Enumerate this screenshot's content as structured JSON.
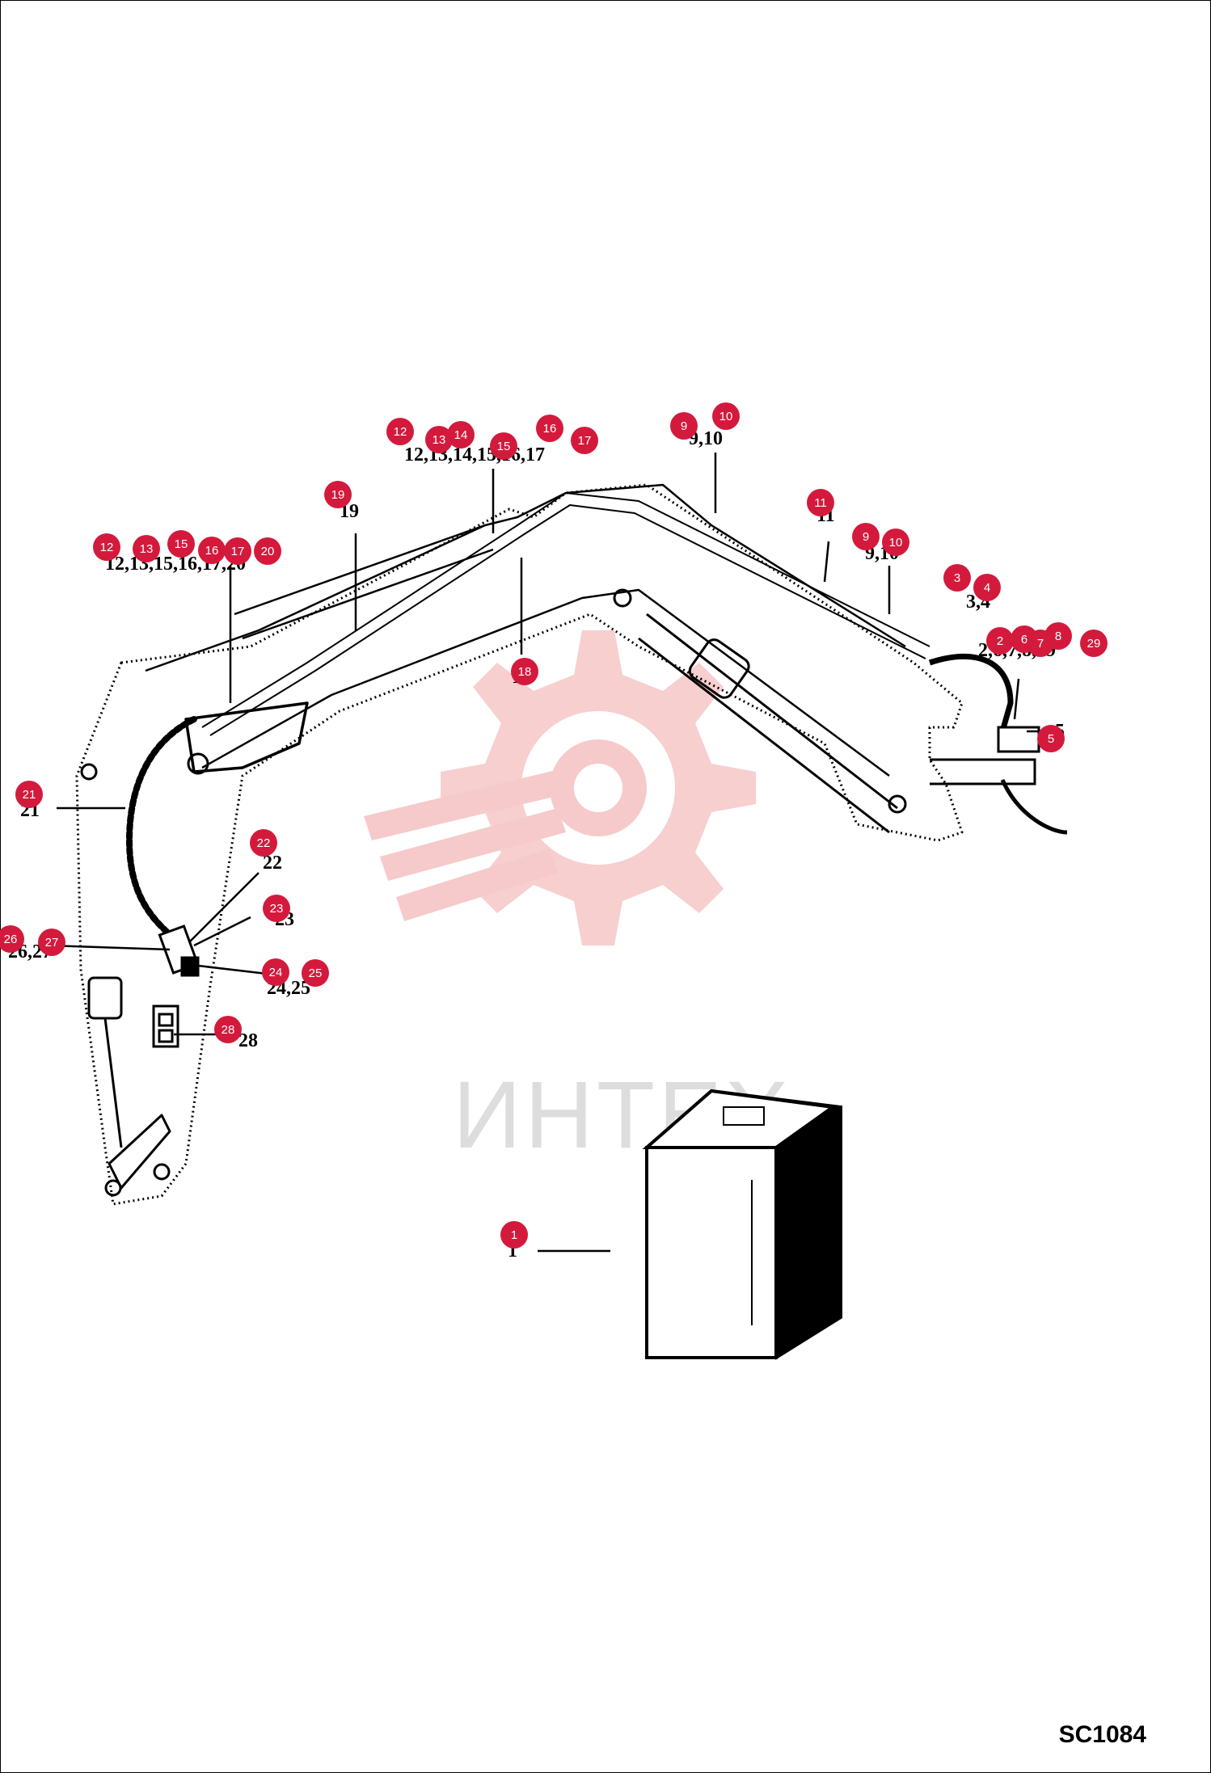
{
  "diagram": {
    "drawing_code": "SC1084",
    "watermark_text": "ИНТЕХ",
    "colors": {
      "callout": "#d41a3c",
      "watermark": "#f6caca",
      "line": "#000000"
    },
    "printed_labels": [
      {
        "id": "pl-1",
        "text": "12,13,14,15,16,17"
      },
      {
        "id": "pl-2",
        "text": "9,10"
      },
      {
        "id": "pl-3",
        "text": "19"
      },
      {
        "id": "pl-4",
        "text": "12,13,15,16,17,20"
      },
      {
        "id": "pl-5",
        "text": "11"
      },
      {
        "id": "pl-6",
        "text": "9,10"
      },
      {
        "id": "pl-7",
        "text": "3,4"
      },
      {
        "id": "pl-8",
        "text": "2,6,7,8,29"
      },
      {
        "id": "pl-9",
        "text": "5"
      },
      {
        "id": "pl-10",
        "text": "18"
      },
      {
        "id": "pl-11",
        "text": "21"
      },
      {
        "id": "pl-12",
        "text": "22"
      },
      {
        "id": "pl-13",
        "text": "23"
      },
      {
        "id": "pl-14",
        "text": "26,27"
      },
      {
        "id": "pl-15",
        "text": "24,25"
      },
      {
        "id": "pl-16",
        "text": "28"
      },
      {
        "id": "pl-17",
        "text": "1"
      }
    ],
    "callouts": [
      {
        "id": "c01",
        "n": "12"
      },
      {
        "id": "c02",
        "n": "13"
      },
      {
        "id": "c03",
        "n": "14"
      },
      {
        "id": "c04",
        "n": "15"
      },
      {
        "id": "c05",
        "n": "16"
      },
      {
        "id": "c06",
        "n": "17"
      },
      {
        "id": "c07",
        "n": "9"
      },
      {
        "id": "c08",
        "n": "10"
      },
      {
        "id": "c09",
        "n": "19"
      },
      {
        "id": "c10",
        "n": "12"
      },
      {
        "id": "c11",
        "n": "13"
      },
      {
        "id": "c12",
        "n": "15"
      },
      {
        "id": "c13",
        "n": "16"
      },
      {
        "id": "c14",
        "n": "17"
      },
      {
        "id": "c15",
        "n": "20"
      },
      {
        "id": "c16",
        "n": "11"
      },
      {
        "id": "c17",
        "n": "9"
      },
      {
        "id": "c18",
        "n": "10"
      },
      {
        "id": "c19",
        "n": "3"
      },
      {
        "id": "c20",
        "n": "4"
      },
      {
        "id": "c21",
        "n": "2"
      },
      {
        "id": "c22",
        "n": "6"
      },
      {
        "id": "c23",
        "n": "7"
      },
      {
        "id": "c24",
        "n": "8"
      },
      {
        "id": "c25",
        "n": "29"
      },
      {
        "id": "c26",
        "n": "18"
      },
      {
        "id": "c27",
        "n": "5"
      },
      {
        "id": "c28",
        "n": "21"
      },
      {
        "id": "c29",
        "n": "22"
      },
      {
        "id": "c30",
        "n": "23"
      },
      {
        "id": "c31",
        "n": "26"
      },
      {
        "id": "c32",
        "n": "27"
      },
      {
        "id": "c33",
        "n": "24"
      },
      {
        "id": "c34",
        "n": "25"
      },
      {
        "id": "c35",
        "n": "28"
      },
      {
        "id": "c36",
        "n": "1"
      }
    ]
  }
}
